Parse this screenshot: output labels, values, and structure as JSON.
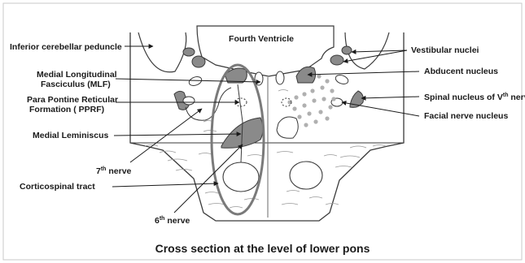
{
  "labels": {
    "fourth_ventricle": "Fourth Ventricle",
    "inferior_cerebellar_peduncle": "Inferior cerebellar peduncle",
    "mlf_line1": "Medial Longitudinal",
    "mlf_line2": "Fasciculus (MLF)",
    "pprf_line1": "Para Pontine Reticular",
    "pprf_line2": "Formation ( PPRF)",
    "medial_lemniscus": "Medial Leminiscus",
    "seventh_nerve_num": "7",
    "seventh_nerve_sup": "th",
    "seventh_nerve_word": " nerve",
    "corticospinal_tract": "Corticospinal tract",
    "sixth_nerve_num": "6",
    "sixth_nerve_sup": "th",
    "sixth_nerve_word": " nerve",
    "vestibular_nuclei": "Vestibular nuclei",
    "abducent_nucleus": "Abducent nucleus",
    "spinal_nucleus_pre": "Spinal nucleus of V",
    "spinal_nucleus_sup": "th",
    "spinal_nucleus_post": " nerve",
    "facial_nerve_nucleus": "Facial nerve nucleus"
  },
  "caption": "Cross section at the level of lower pons",
  "colors": {
    "outline": "#3a3a3a",
    "nucleus_fill": "#8a8a8a",
    "oval": "#7a7a7a",
    "arrow": "#1a1a1a"
  }
}
